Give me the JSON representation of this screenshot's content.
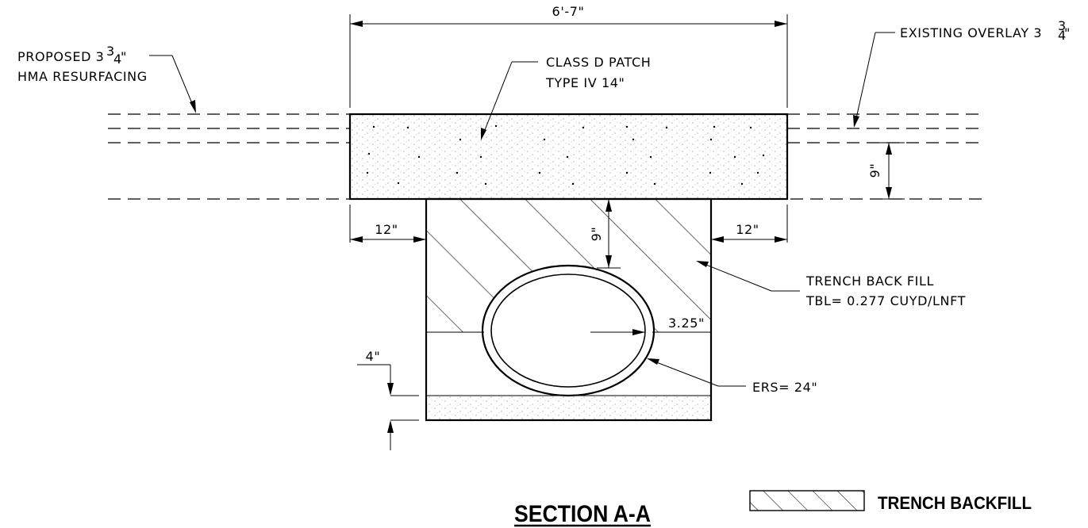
{
  "dimensions": {
    "overall_width": "6'-7\"",
    "left_offset": "12\"",
    "right_offset": "12\"",
    "patch_depth": "9\"",
    "cover_depth": "9\"",
    "bedding_depth": "4\"",
    "pipe_wall": "3.25\""
  },
  "callouts": {
    "proposed_line1": "PROPOSED 3",
    "proposed_frac_num": "3",
    "proposed_frac_den": "4",
    "proposed_quote": "\"",
    "proposed_line2": "HMA RESURFACING",
    "existing_text": "EXISTING OVERLAY 3",
    "existing_frac_num": "3",
    "existing_frac_den": "4",
    "existing_quote": "\"",
    "patch_line1": "CLASS D PATCH",
    "patch_line2": "TYPE IV 14\"",
    "trench_line1": "TRENCH BACK FILL",
    "trench_line2": "TBL= 0.277 CUYD/LNFT",
    "ers": "ERS= 24\""
  },
  "title": "SECTION A-A",
  "legend": {
    "label": "TRENCH BACKFILL"
  }
}
